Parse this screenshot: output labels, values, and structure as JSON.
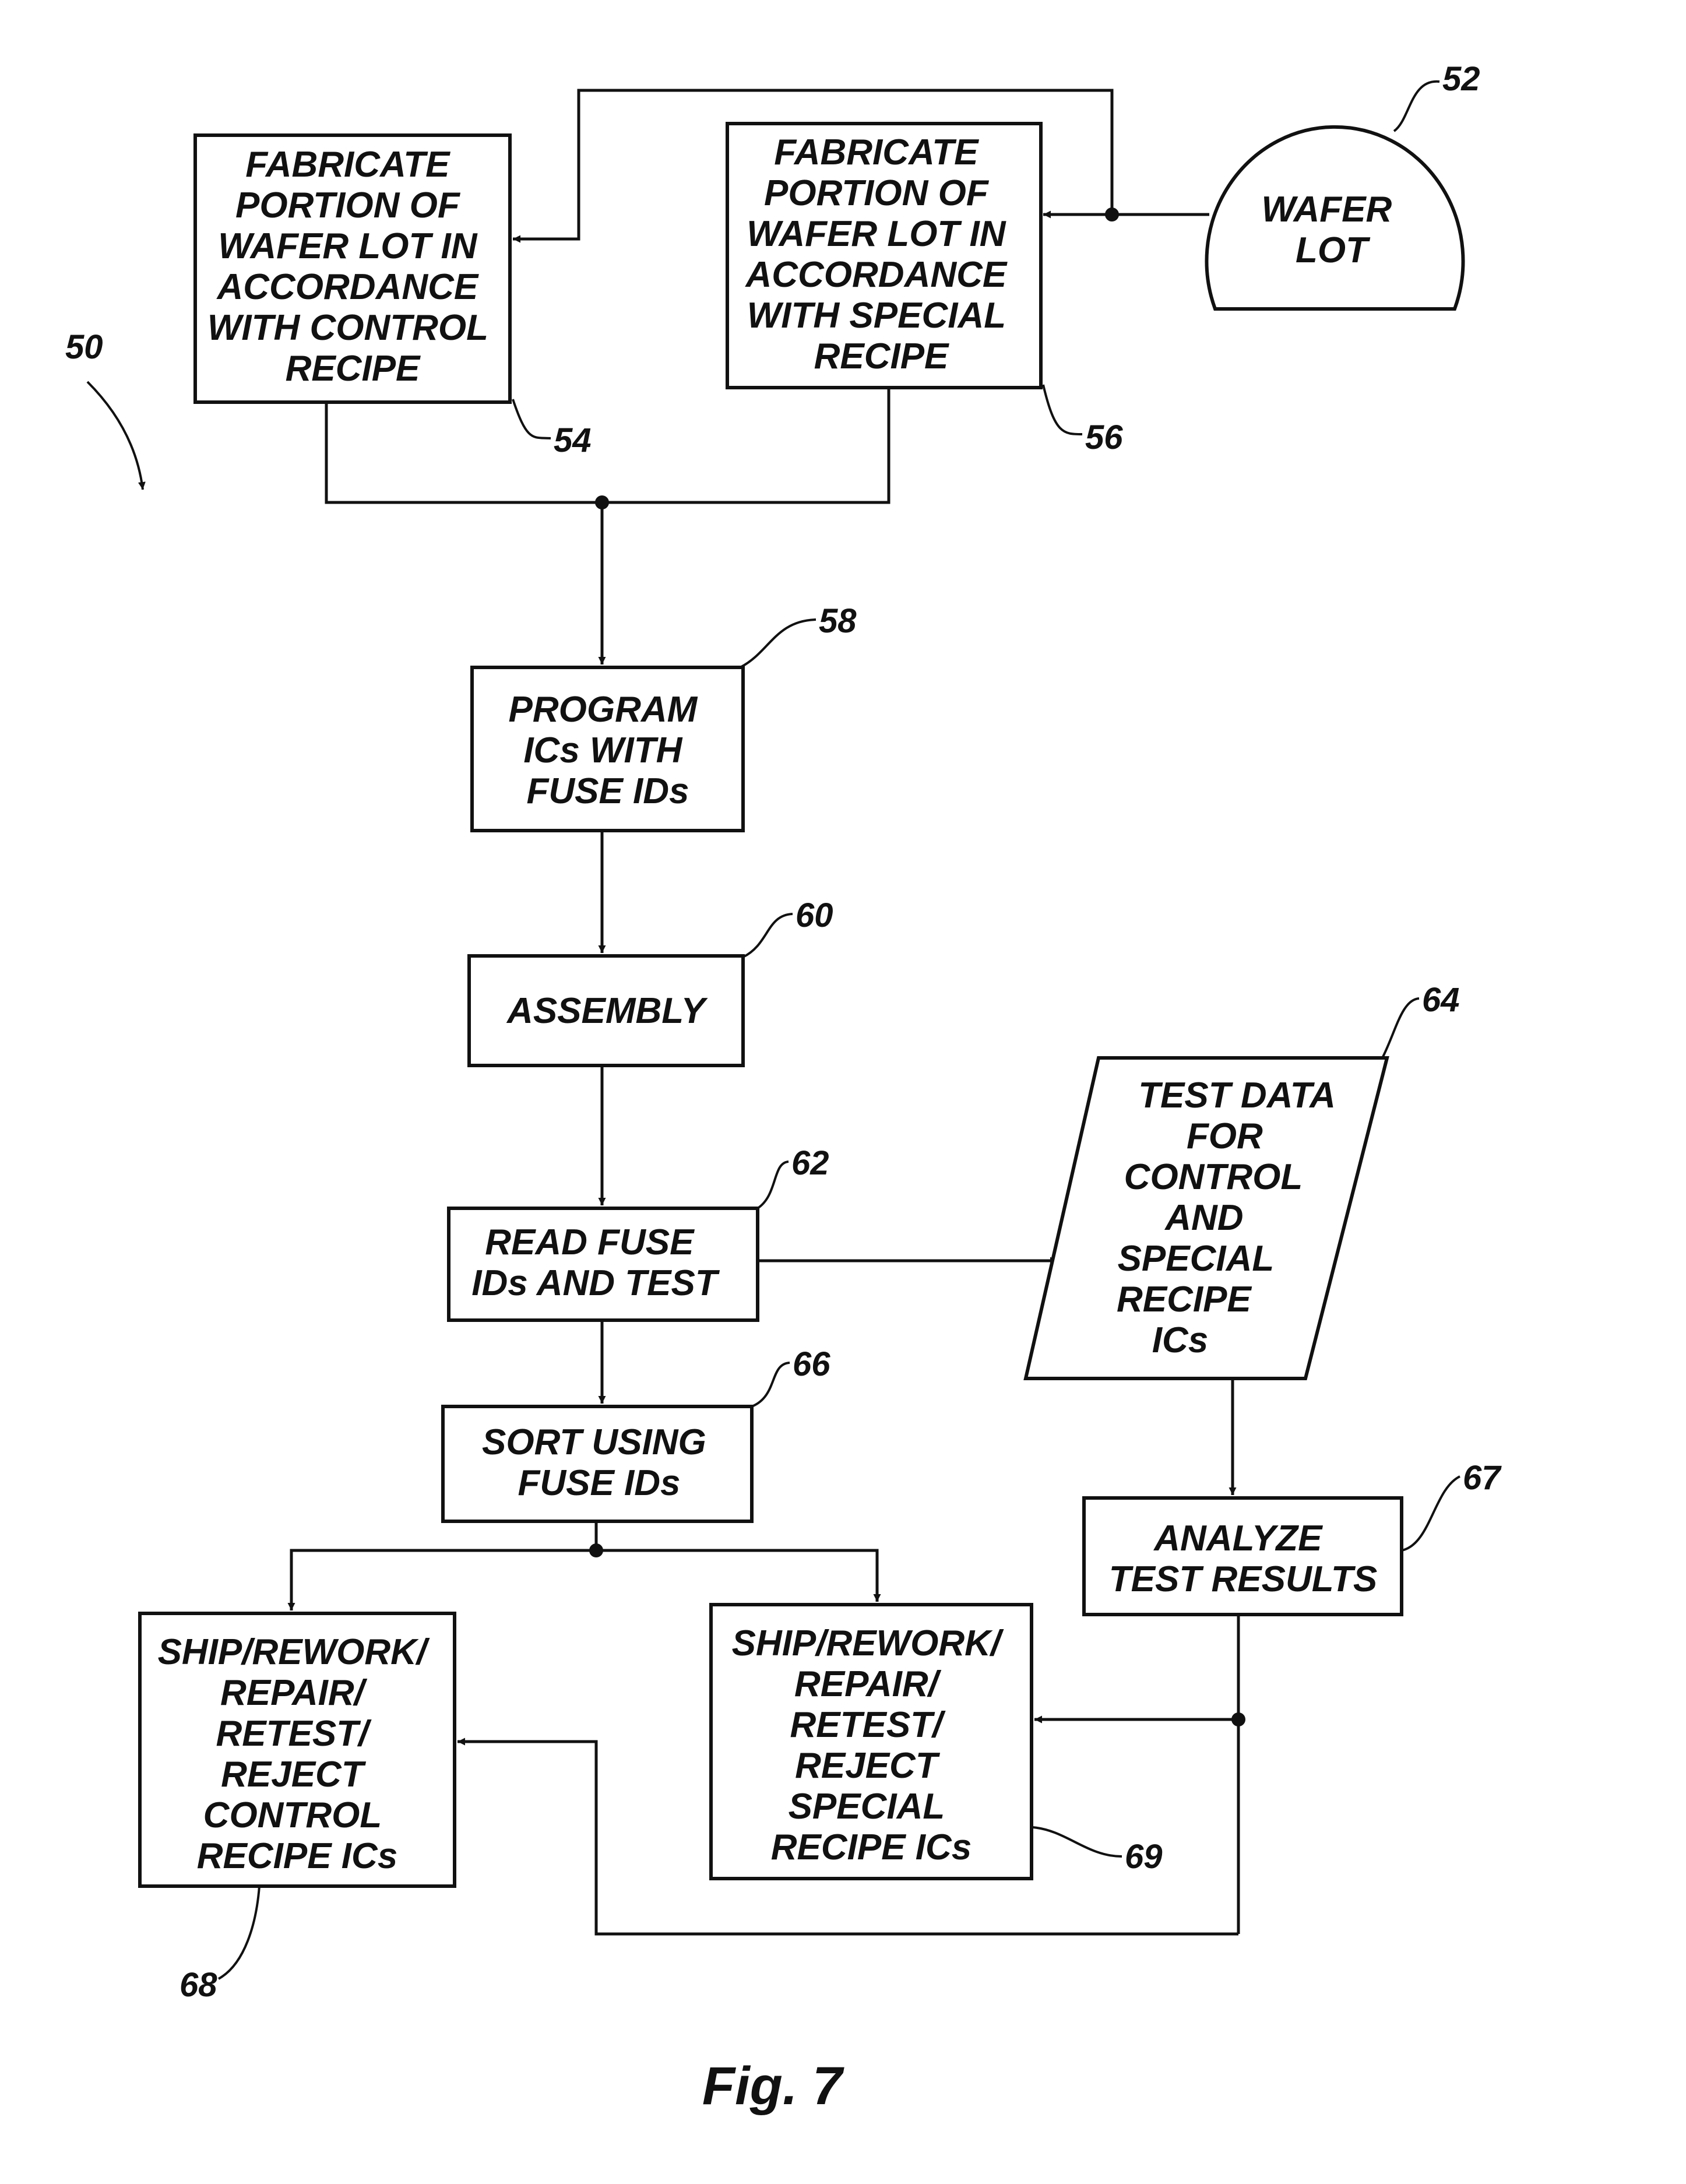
{
  "figure": {
    "reference": "50",
    "caption": "Fig. 7"
  },
  "nodes": {
    "wafer_lot": {
      "ref": "52",
      "lines": [
        "WAFER",
        "LOT"
      ]
    },
    "control_fab": {
      "ref": "54",
      "lines": [
        "FABRICATE",
        "PORTION OF",
        "WAFER LOT IN",
        "ACCORDANCE",
        "WITH CONTROL",
        "RECIPE"
      ]
    },
    "special_fab": {
      "ref": "56",
      "lines": [
        "FABRICATE",
        "PORTION OF",
        "WAFER LOT IN",
        "ACCORDANCE",
        "WITH SPECIAL",
        "RECIPE"
      ]
    },
    "program": {
      "ref": "58",
      "lines": [
        "PROGRAM",
        "ICs WITH",
        "FUSE IDs"
      ]
    },
    "assembly": {
      "ref": "60",
      "lines": [
        "ASSEMBLY"
      ]
    },
    "read_test": {
      "ref": "62",
      "lines": [
        "READ FUSE",
        "IDs AND TEST"
      ]
    },
    "test_data": {
      "ref": "64",
      "lines": [
        "TEST DATA",
        "FOR",
        "CONTROL",
        "AND",
        "SPECIAL",
        "RECIPE",
        "ICs"
      ]
    },
    "sort": {
      "ref": "66",
      "lines": [
        "SORT USING",
        "FUSE IDs"
      ]
    },
    "analyze": {
      "ref": "67",
      "lines": [
        "ANALYZE",
        "TEST RESULTS"
      ]
    },
    "ship_control": {
      "ref": "68",
      "lines": [
        "SHIP/REWORK/",
        "REPAIR/",
        "RETEST/",
        "REJECT",
        "CONTROL",
        "RECIPE ICs"
      ]
    },
    "ship_special": {
      "ref": "69",
      "lines": [
        "SHIP/REWORK/",
        "REPAIR/",
        "RETEST/",
        "REJECT",
        "SPECIAL",
        "RECIPE ICs"
      ]
    }
  }
}
